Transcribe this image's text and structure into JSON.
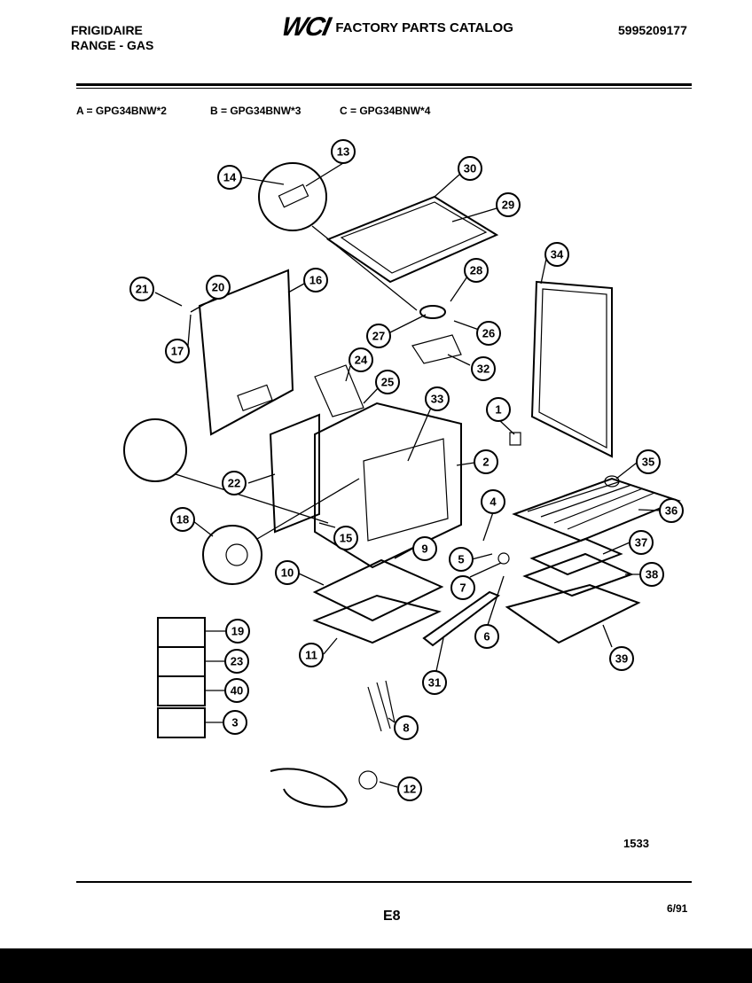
{
  "header": {
    "brand": "FRIGIDAIRE",
    "subtitle": "RANGE - GAS",
    "logo": "WCI",
    "catalog_title": "FACTORY PARTS CATALOG",
    "catalog_number": "5995209177"
  },
  "models": [
    "A = GPG34BNW*2",
    "B = GPG34BNW*3",
    "C = GPG34BNW*4"
  ],
  "diagram": {
    "callouts": [
      "13",
      "14",
      "30",
      "29",
      "34",
      "21",
      "20",
      "16",
      "28",
      "17",
      "27",
      "26",
      "32",
      "24",
      "25",
      "33",
      "1",
      "35",
      "22",
      "2",
      "36",
      "4",
      "37",
      "18",
      "15",
      "9",
      "5",
      "7",
      "38",
      "10",
      "6",
      "39",
      "11",
      "31",
      "19",
      "23",
      "40",
      "3",
      "8",
      "12"
    ],
    "figure_number": "1533"
  },
  "footer": {
    "page_code": "E8",
    "date": "6/91"
  }
}
